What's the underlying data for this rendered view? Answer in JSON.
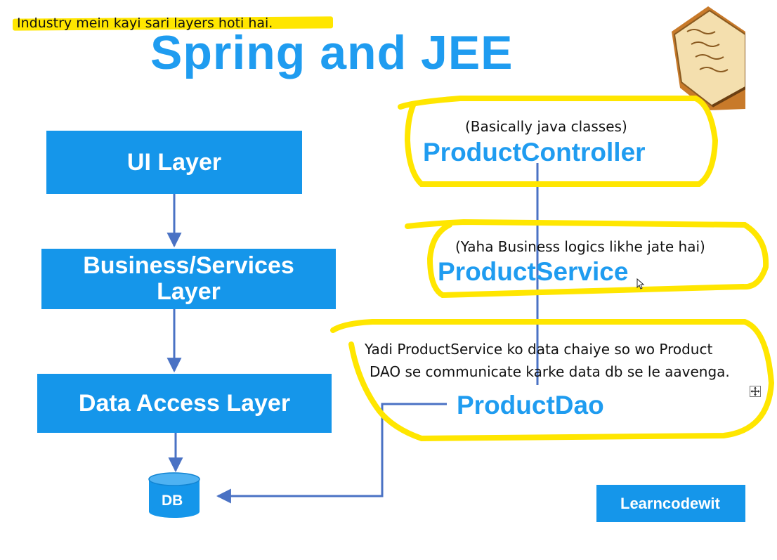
{
  "top_note": "Industry mein kayi sari layers hoti hai.",
  "title": "Spring and JEE",
  "layers": {
    "ui": "UI Layer",
    "business_line1": "Business/Services",
    "business_line2": "Layer",
    "data_access": "Data Access Layer",
    "db": "DB"
  },
  "components": {
    "controller_note": "(Basically java classes)",
    "controller": "ProductController",
    "service_note": "(Yaha Business logics likhe jate hai)",
    "service": "ProductService",
    "dao_note_line1": "Yadi ProductService ko data chaiye so wo Product",
    "dao_note_line2": "DAO se communicate karke data db se le aavenga.",
    "dao": "ProductDao"
  },
  "brand": "Learncodewit",
  "icons": [
    "book-icon",
    "move-handle-icon",
    "cursor-icon"
  ],
  "colors": {
    "primary_blue": "#1596ea",
    "title_blue": "#1f9cf0",
    "highlight_yellow": "#ffe600",
    "arrow_blue": "#4a72c4"
  }
}
